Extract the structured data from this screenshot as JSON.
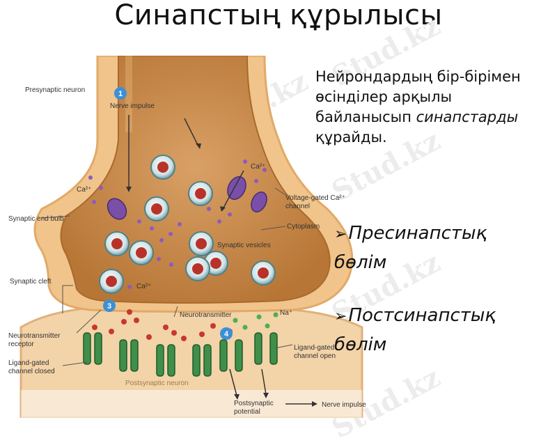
{
  "title": "Синапстың құрылысы",
  "watermark": "Stud.kz",
  "description": {
    "line1": "Нейрондардың бір-бірімен",
    "line2": "өсінділер арқылы",
    "line3": "байланысып",
    "line3_italic": "синапстарды",
    "line4": "құрайды."
  },
  "bullets": [
    {
      "line1": "Пресинапстық",
      "line2": "бөлім"
    },
    {
      "line1": "Постсинапстық",
      "line2": "бөлім"
    }
  ],
  "diagram_labels": {
    "presynaptic_neuron": "Presynaptic neuron",
    "nerve_impulse": "Nerve impulse",
    "ca_top": "Ca²⁺",
    "ca_left": "Ca²⁺",
    "ca_bottom": "Ca²⁺",
    "voltage_gated_1": "Voltage-gated Ca²⁺",
    "voltage_gated_2": "channel",
    "cytoplasm": "Cytoplasm",
    "synaptic_end_bulb": "Synaptic end bulb",
    "synaptic_vesicles": "Synaptic vesicles",
    "synaptic_cleft": "Synaptic cleft",
    "neurotransmitter": "Neurotransmitter",
    "na": "Na⁺",
    "nt_receptor_1": "Neurotransmitter",
    "nt_receptor_2": "receptor",
    "ligand_closed_1": "Ligand-gated",
    "ligand_closed_2": "channel closed",
    "ligand_open_1": "Ligand-gated",
    "ligand_open_2": "channel open",
    "postsynaptic_neuron": "Postsynaptic neuron",
    "postsynaptic_potential_1": "Postsynaptic",
    "postsynaptic_potential_2": "potential",
    "nerve_impulse_bottom": "Nerve impulse"
  },
  "step_numbers": [
    "1",
    "3",
    "4"
  ],
  "colors": {
    "membrane": "#e9b97a",
    "cytoplasm": "#c98a4d",
    "postsynaptic": "#f3d3a8",
    "channel_purple": "#7a4fa8",
    "receptor_green": "#3f8f4a",
    "step_badge": "#3d8fd6"
  }
}
